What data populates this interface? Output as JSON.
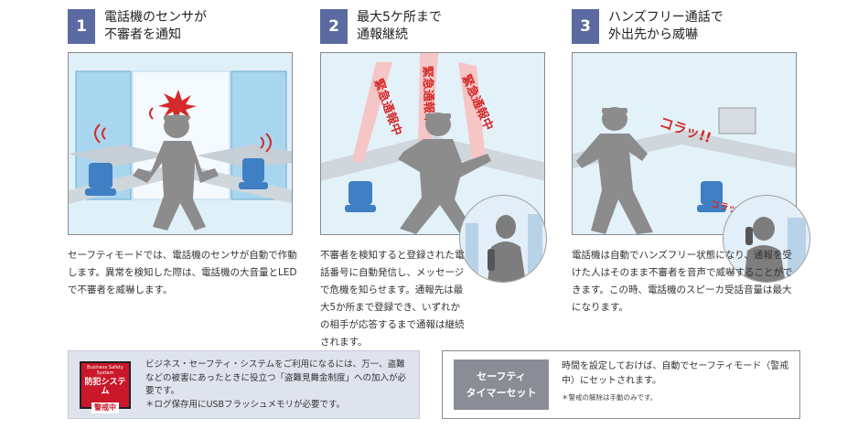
{
  "steps": [
    {
      "number": "1",
      "heading": "電話機のセンサが\n不審者を通知",
      "description": "セーフティモードでは、電話機のセンサが自動で作動します。異常を検知した際は、電話機の大音量とLEDで不審者を威嚇します。"
    },
    {
      "number": "2",
      "heading": "最大5ケ所まで\n通報継続",
      "description": "不審者を検知すると登録された電話番号に自動発信し、メッセージで危機を知らせます。通報先は最大5か所まで登録でき、いずれかの相手が応答するまで通報は継続されます。",
      "alert_text": "緊急通報中"
    },
    {
      "number": "3",
      "heading": "ハンズフリー通話で\n外出先から威嚇",
      "description": "電話機は自動でハンズフリー状態になり、通報を受けた人はそのまま不審者を音声で威嚇することができます。この時、電話機のスピーカ受話音量は最大になります。",
      "shout_text": "コラッ!!"
    }
  ],
  "info": {
    "badge_line1": "Business Safety System",
    "badge_line2": "防犯システム",
    "badge_line3": "警戒中",
    "text": "ビジネス・セーフティ・システムをご利用になるには、万一、盗難などの被害にあったときに役立つ「盗難見舞金制度」への加入が必要です。\n＊ログ保存用にUSBフラッシュメモリが必要です。"
  },
  "timer": {
    "button_line1": "セーフティ",
    "button_line2": "タイマーセット",
    "text": "時間を設定しておけば、自動でセーフティモード（警戒中）にセットされます。",
    "note": "＊警戒の解除は手動のみです。"
  },
  "colors": {
    "number_badge": "#5b6aa0",
    "scene_bg": "#e6f3fa",
    "silhouette": "#8c8c8c",
    "alert_red": "#d42a2a",
    "chair_blue": "#3f7fc4"
  }
}
